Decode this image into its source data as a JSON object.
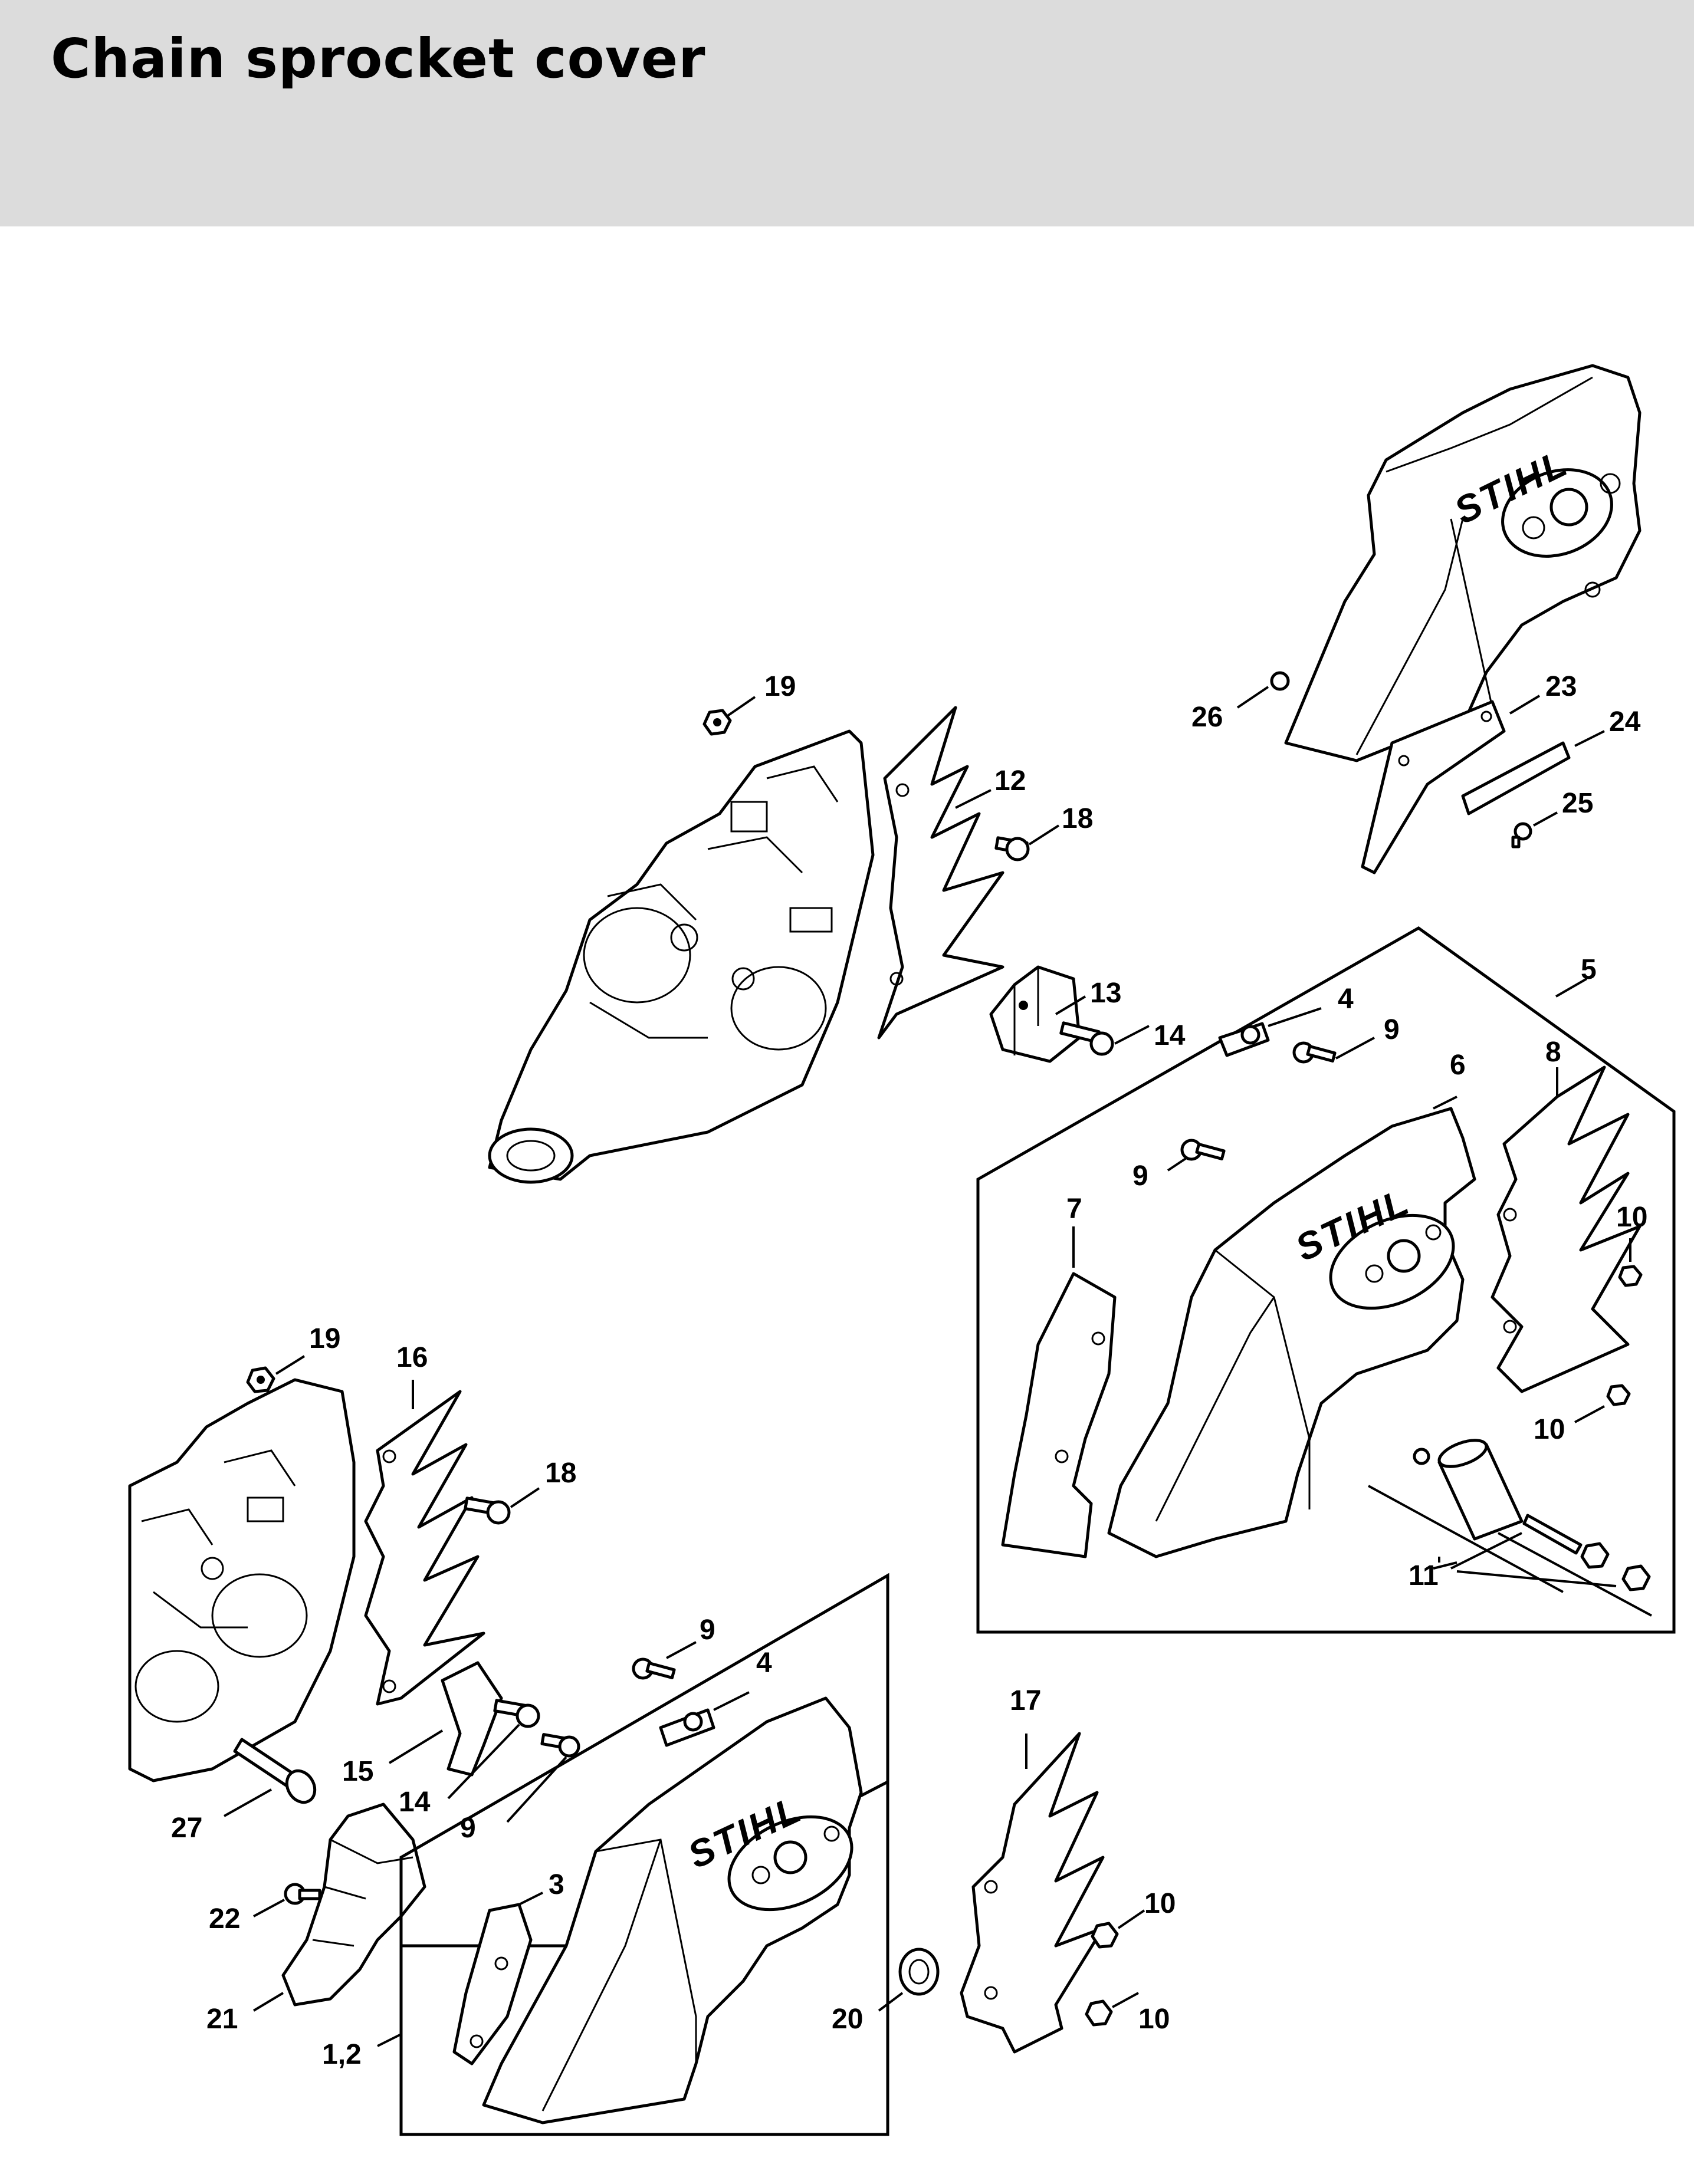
{
  "header": {
    "title": "Chain sprocket cover"
  },
  "logo_text": "STIHL",
  "callouts": {
    "top_19": "19",
    "top_12": "12",
    "top_18": "18",
    "top_13": "13",
    "top_14": "14",
    "c26": "26",
    "c23": "23",
    "c24": "24",
    "c25": "25",
    "box5_5": "5",
    "box5_4": "4",
    "box5_9a": "9",
    "box5_6": "6",
    "box5_8": "8",
    "box5_9b": "9",
    "box5_7": "7",
    "box5_10a": "10",
    "box5_10b": "10",
    "box5_11": "11",
    "bot_19": "19",
    "bot_16": "16",
    "bot_18": "18",
    "bot_15": "15",
    "bot_14": "14",
    "bot_9a": "9",
    "bot_27": "27",
    "bot_9b": "9",
    "bot_4": "4",
    "bot_3": "3",
    "bot_22": "22",
    "bot_21": "21",
    "bot_12": "1,2",
    "bot_17": "17",
    "bot_10a": "10",
    "bot_20": "20",
    "bot_10b": "10"
  }
}
